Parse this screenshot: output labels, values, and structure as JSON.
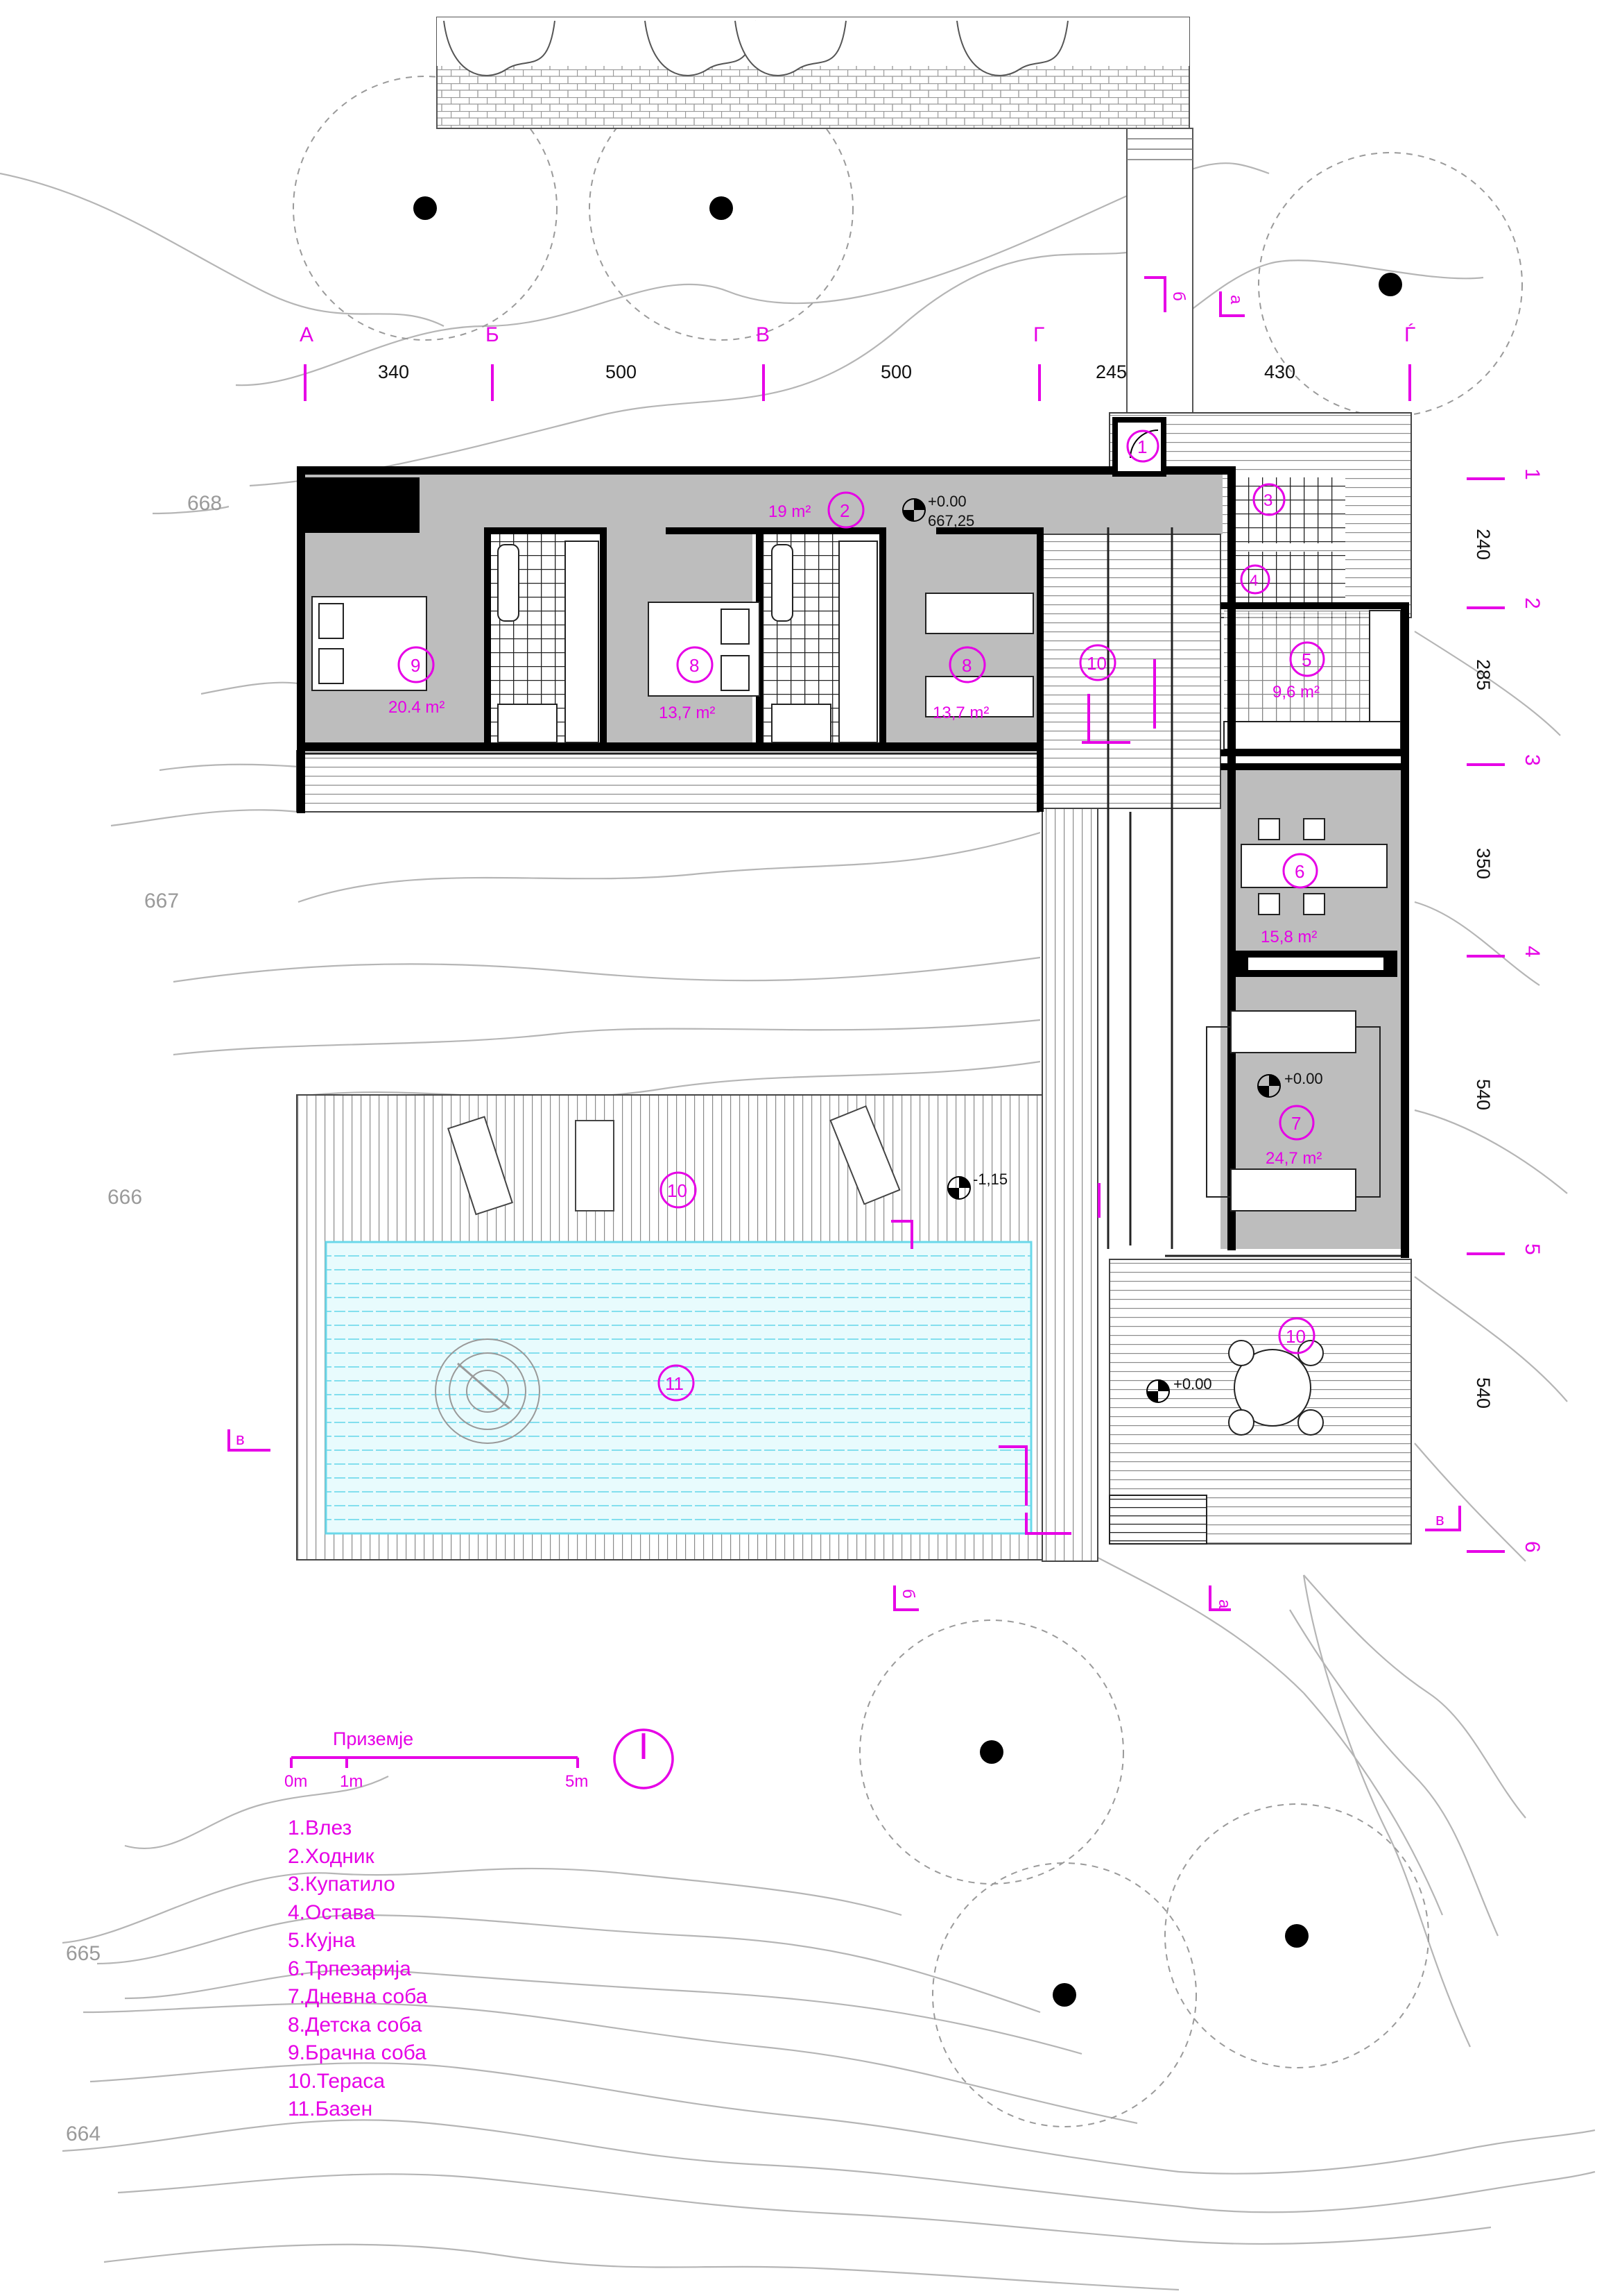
{
  "contour_levels": [
    "668",
    "667",
    "666",
    "665",
    "664"
  ],
  "axes_letters": [
    "А",
    "Б",
    "В",
    "Г",
    "Ѓ"
  ],
  "axes_letter_dims": [
    "340",
    "500",
    "500",
    "245",
    "430"
  ],
  "axes_numbers": [
    "1",
    "2",
    "3",
    "4",
    "5",
    "6"
  ],
  "axes_number_dims": [
    "240",
    "285",
    "350",
    "540",
    "540"
  ],
  "section_marks": [
    "б",
    "а",
    "в"
  ],
  "rooms": [
    {
      "num": "1",
      "area": ""
    },
    {
      "num": "2",
      "area": "19 m²"
    },
    {
      "num": "3",
      "area": ""
    },
    {
      "num": "4",
      "area": ""
    },
    {
      "num": "5",
      "area": "9,6 m²"
    },
    {
      "num": "6",
      "area": "15,8 m²"
    },
    {
      "num": "7",
      "area": "24,7 m²"
    },
    {
      "num": "8",
      "area": "13,7 m²"
    },
    {
      "num": "8",
      "area": "13,7 m²"
    },
    {
      "num": "9",
      "area": "20.4 m²"
    },
    {
      "num": "10",
      "area": ""
    },
    {
      "num": "10",
      "area": ""
    },
    {
      "num": "10",
      "area": ""
    },
    {
      "num": "11",
      "area": ""
    }
  ],
  "levels": {
    "entry_level": "+0.00",
    "entry_altitude": "667,25",
    "living_level": "+0.00",
    "terrace_level": "+0.00",
    "pool_deck_level": "-1,15"
  },
  "scale_bar": {
    "title": "Приземје",
    "labels": [
      "0m",
      "1m",
      "5m"
    ]
  },
  "legend": [
    "1.Влез",
    "2.Ходник",
    "3.Купатило",
    "4.Остава",
    "5.Кујна",
    "6.Трпезарија",
    "7.Дневна соба",
    "8.Детска соба",
    "9.Брачна соба",
    "10.Тераса",
    "11.Базен"
  ],
  "colors": {
    "annotation": "#e600e6",
    "floor": "#bdbdbd",
    "water": "#e8fbfd",
    "contour": "#b5b5b5"
  }
}
